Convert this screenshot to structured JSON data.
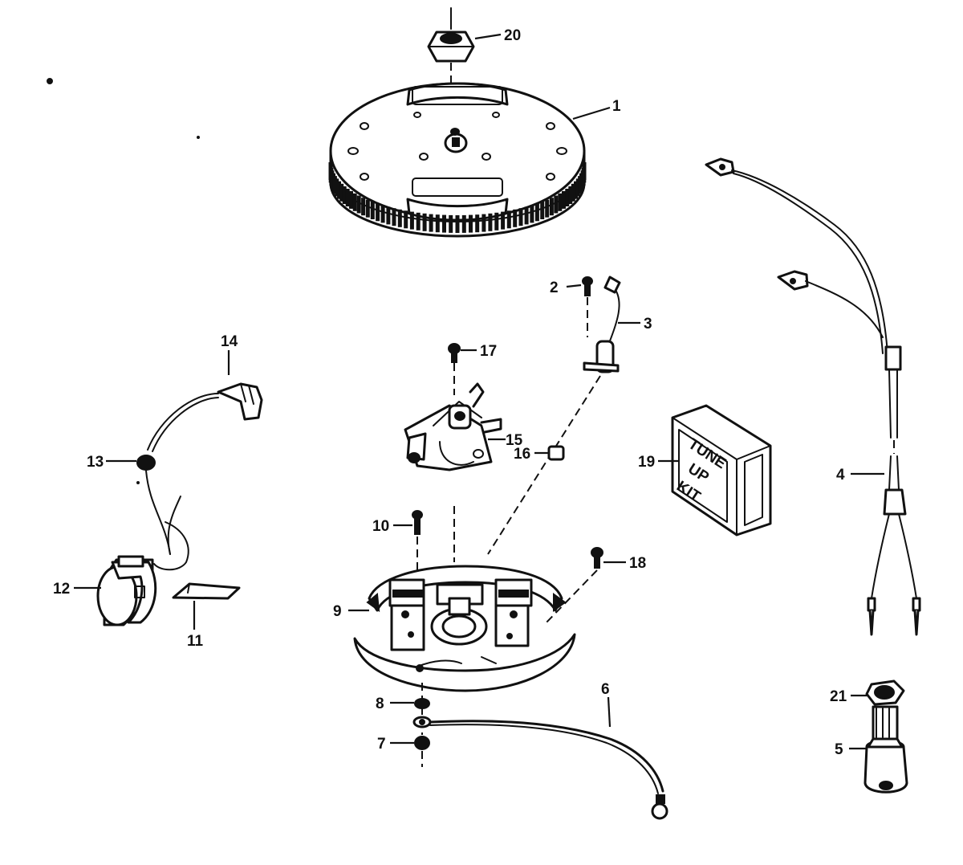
{
  "callouts": {
    "c1": "1",
    "c2": "2",
    "c3": "3",
    "c4": "4",
    "c5": "5",
    "c6": "6",
    "c7": "7",
    "c8": "8",
    "c9": "9",
    "c10": "10",
    "c11": "11",
    "c12": "12",
    "c13": "13",
    "c14": "14",
    "c15": "15",
    "c16": "16",
    "c17": "17",
    "c18": "18",
    "c19": "19",
    "c20": "20",
    "c21": "21"
  },
  "kit_label": {
    "line1": "TUNE",
    "line2": "UP",
    "line3": "KIT"
  },
  "colors": {
    "ink": "#111111",
    "paper": "#ffffff"
  }
}
